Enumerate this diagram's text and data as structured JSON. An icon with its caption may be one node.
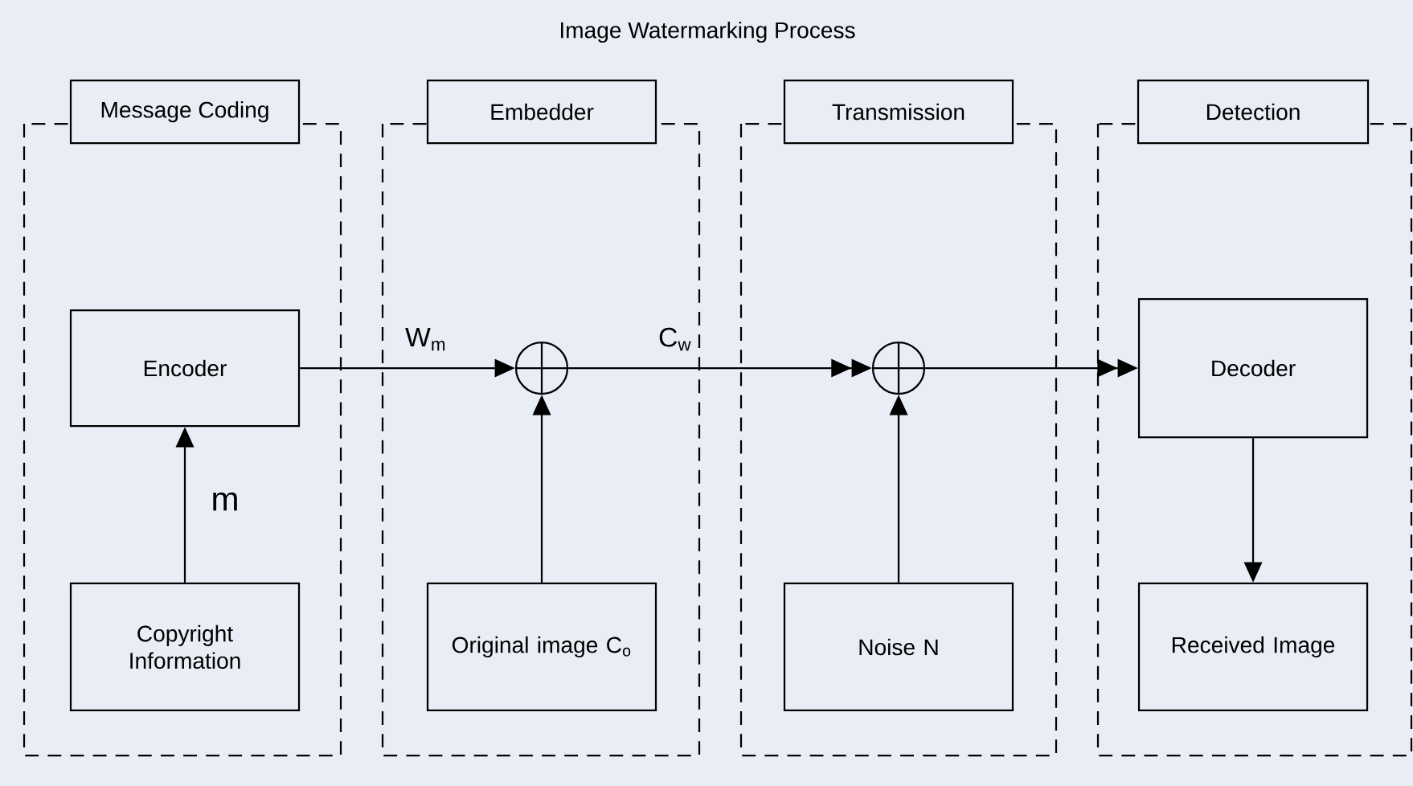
{
  "diagram": {
    "title": "Image Watermarking Process",
    "nodes": [
      {
        "text": [
          "Message Coding"
        ]
      },
      {
        "text": [
          "Encoder"
        ],
        "in": 0
      },
      {
        "text": [
          "Copyright Information"
        ],
        "in": 0
      },
      {
        "text": [
          "Embedder"
        ]
      },
      {
        "text": [],
        "shape": "circle",
        "in": 3
      },
      {
        "text": [
          "Original image C$_{o}$"
        ],
        "in": 3
      },
      {
        "text": [
          "Transmission"
        ]
      },
      {
        "text": [],
        "shape": "circle",
        "in": 6
      },
      {
        "text": [
          "Noise N"
        ],
        "in": 6
      },
      {
        "text": [
          "Detection"
        ]
      },
      {
        "text": [
          "Decoder"
        ],
        "in": 9
      },
      {
        "text": [
          "Received Image"
        ],
        "in": 9
      }
    ],
    "edges": [
      {
        "from": 1,
        "to": 4,
        "arrow": "to",
        "label": "W$_{m}$"
      },
      {
        "from": 4,
        "to": 7,
        "arrow": "to",
        "label": "C$_{w}$"
      },
      {
        "from": 7,
        "to": 10,
        "arrow": "to"
      },
      {
        "from": 2,
        "to": 1,
        "arrow": "to",
        "label": "m"
      },
      {
        "from": 5,
        "to": 4,
        "arrow": "to"
      },
      {
        "from": 8,
        "to": 7,
        "arrow": "to"
      },
      {
        "from": 10,
        "to": 11,
        "arrow": "to"
      }
    ]
  }
}
